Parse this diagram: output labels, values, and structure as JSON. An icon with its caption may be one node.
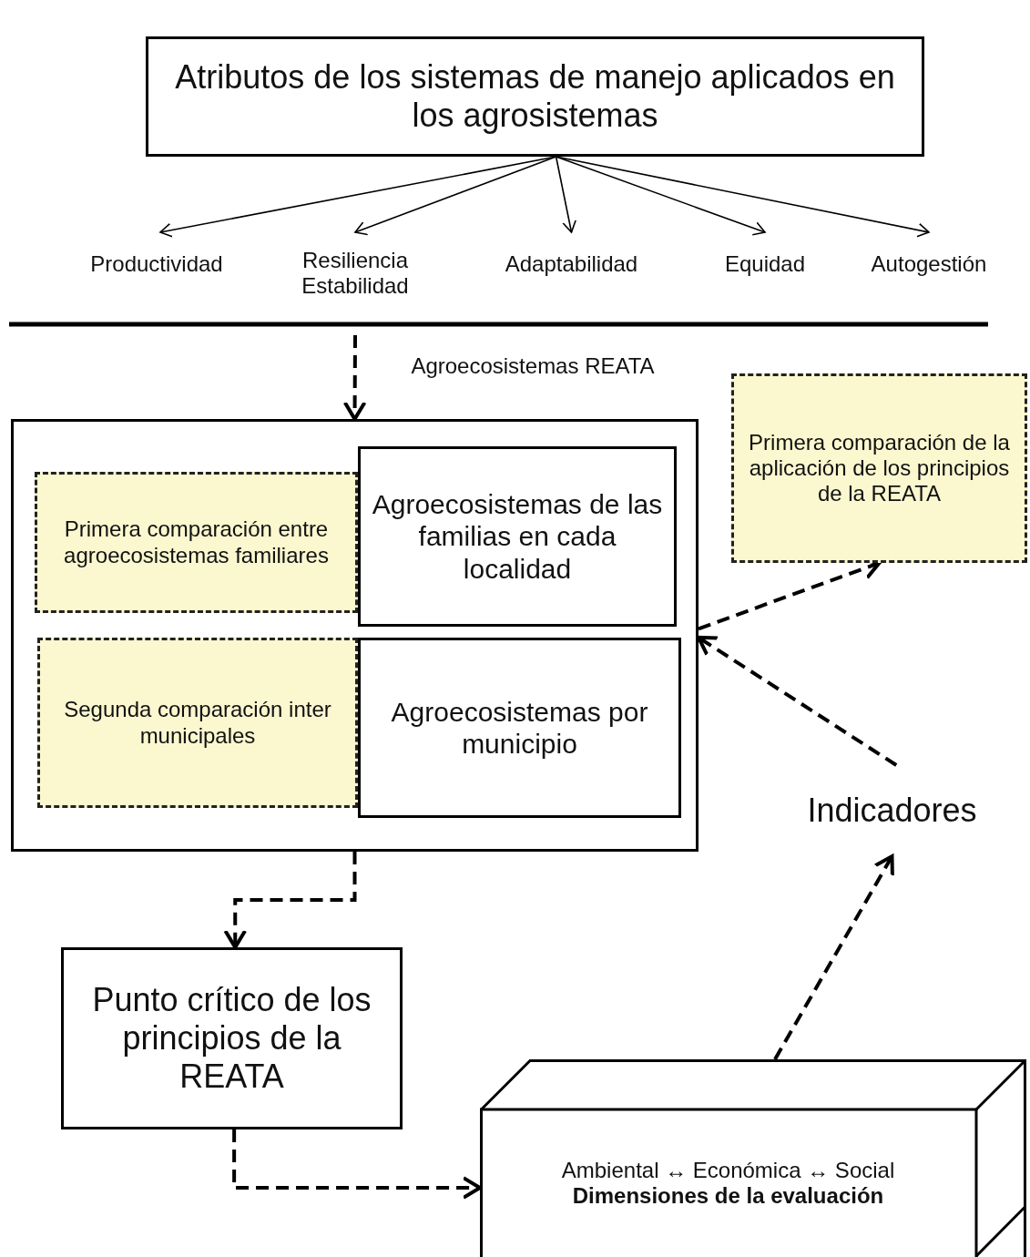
{
  "diagram": {
    "nodes": [
      {
        "text": [
          "Atributos de los sistemas de manejo aplicados en los agrosistemas"
        ]
      },
      {
        "text": [
          "Productividad"
        ]
      },
      {
        "text": [
          "Resiliencia",
          "Estabilidad"
        ]
      },
      {
        "text": [
          "Adaptabilidad"
        ]
      },
      {
        "text": [
          "Equidad"
        ]
      },
      {
        "text": [
          "Autogestión"
        ]
      },
      {
        "text": [
          "Agroecosistemas REATA"
        ]
      },
      {
        "text": [
          "Primera comparación entre agroecosistemas familiares"
        ],
        "in": 6
      },
      {
        "text": [
          "Agroecosistemas de las familias en cada localidad"
        ],
        "in": 6
      },
      {
        "text": [
          "Segunda comparación inter municipales"
        ],
        "in": 6
      },
      {
        "text": [
          "Agroecosistemas por municipio"
        ],
        "in": 6
      },
      {
        "text": [
          "Primera comparación de la aplicación de los principios de la REATA"
        ]
      },
      {
        "text": [
          "Indicadores"
        ]
      },
      {
        "text": [
          "Punto crítico de los principios de la REATA"
        ]
      },
      {
        "text": [
          "Ambiental ↔ Económica ↔ Social",
          "Dimensiones de la evaluación"
        ]
      }
    ],
    "edges": [
      {
        "from": 0,
        "to": 1,
        "arrow": "to"
      },
      {
        "from": 0,
        "to": 2,
        "arrow": "to"
      },
      {
        "from": 0,
        "to": 3,
        "arrow": "to"
      },
      {
        "from": 0,
        "to": 4,
        "arrow": "to"
      },
      {
        "from": 0,
        "to": 5,
        "arrow": "to"
      },
      {
        "from": null,
        "to": 6,
        "arrow": "to",
        "style": "dashed"
      },
      {
        "from": 6,
        "to": 11,
        "arrow": "to",
        "style": "dashed"
      },
      {
        "from": 12,
        "to": 6,
        "arrow": "to",
        "style": "dashed"
      },
      {
        "from": 6,
        "to": 13,
        "arrow": "to",
        "style": "dashed"
      },
      {
        "from": 13,
        "to": 14,
        "arrow": "to",
        "style": "dashed"
      },
      {
        "from": 14,
        "to": 12,
        "arrow": "to",
        "style": "dashed"
      }
    ]
  }
}
